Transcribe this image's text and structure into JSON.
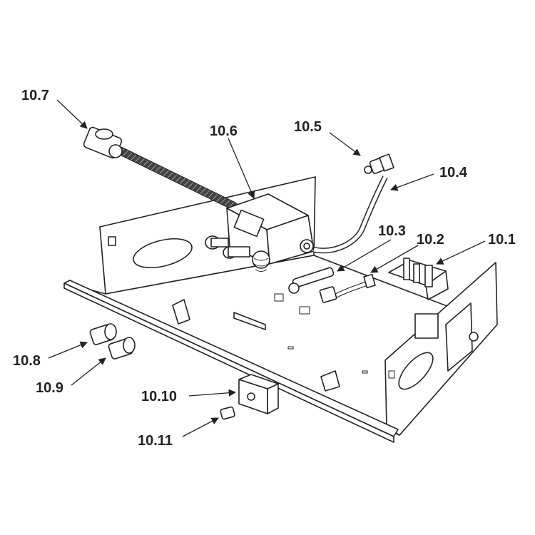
{
  "diagram": {
    "type": "exploded-parts-diagram",
    "colors": {
      "line": "#222222",
      "background": "#ffffff",
      "shade": "#dddddd",
      "dark": "#444444"
    },
    "callouts": {
      "c10_1": "10.1",
      "c10_2": "10.2",
      "c10_3": "10.3",
      "c10_4": "10.4",
      "c10_5": "10.5",
      "c10_6": "10.6",
      "c10_7": "10.7",
      "c10_8": "10.8",
      "c10_9": "10.9",
      "c10_10": "10.10",
      "c10_11": "10.11"
    }
  }
}
